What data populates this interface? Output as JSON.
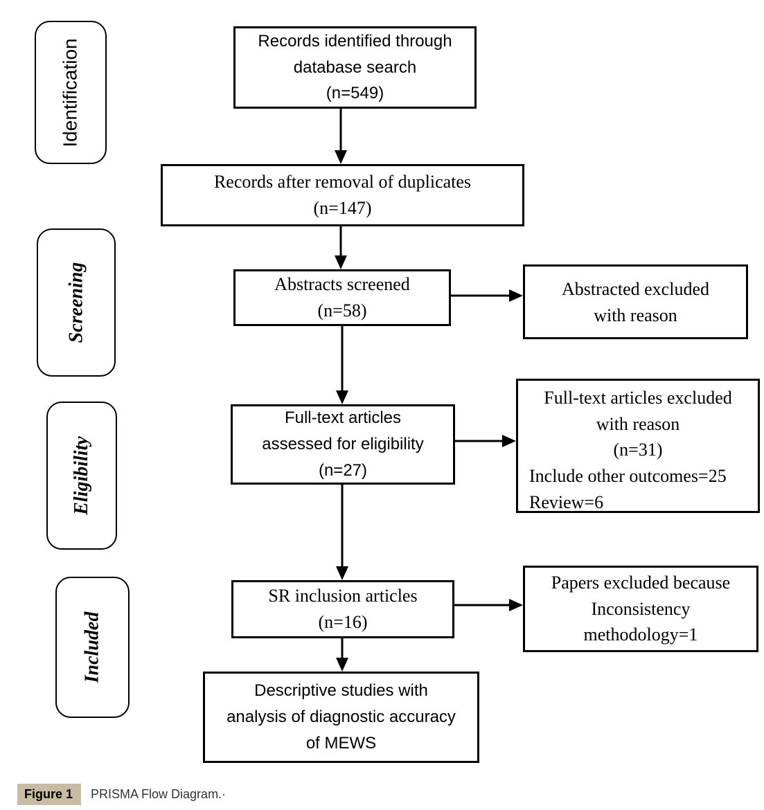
{
  "figure": {
    "caption_label": "Figure 1",
    "caption_text": "PRISMA Flow Diagram.·"
  },
  "stages": {
    "identification": "Identification",
    "screening": "Screening",
    "eligibility": "Eligibility",
    "included": "Included"
  },
  "boxes": {
    "records_identified": "Records identified through\ndatabase search\n(n=549)",
    "records_after_duplicates": "Records after removal of duplicates\n(n=147)",
    "abstracts_screened": "Abstracts screened\n(n=58)",
    "abstracted_excluded": "Abstracted excluded\nwith reason",
    "fulltext_assessed": "Full-text articles\nassessed for eligibility\n(n=27)",
    "fulltext_excluded_centered": "Full-text articles excluded\nwith reason\n(n=31)",
    "fulltext_excluded_left": "Include other outcomes=25\nReview=6",
    "sr_inclusion": "SR inclusion articles\n(n=16)",
    "papers_excluded": "Papers excluded because\nInconsistency\nmethodology=1",
    "descriptive_studies": "Descriptive studies with\nanalysis of diagnostic accuracy\nof MEWS"
  },
  "colors": {
    "line": "#000000",
    "caption_label_bg": "#c6bda4"
  }
}
